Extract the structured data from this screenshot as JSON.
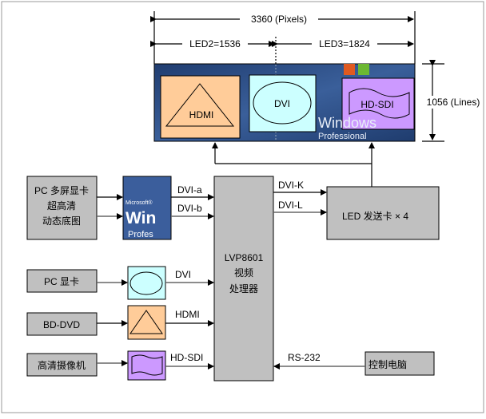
{
  "dimensions": {
    "total_width": "3360 (Pixels)",
    "led2": "LED2=1536",
    "led3": "LED3=1824",
    "height": "1056 (Lines)"
  },
  "screen": {
    "hdmi": "HDMI",
    "dvi": "DVI",
    "hdsdi": "HD-SDI",
    "bg_text": "Windows",
    "bg_sub": "Professional"
  },
  "sources": {
    "multi_card": [
      "PC 多屏显卡",
      "超高清",
      "动态底图"
    ],
    "win_thumb": [
      "Microsoft®",
      "Win",
      "Profes"
    ],
    "pc_card": "PC 显卡",
    "bd_dvd": "BD-DVD",
    "camera": "高清摄像机"
  },
  "signals": {
    "dvi_a": "DVI-a",
    "dvi_b": "DVI-b",
    "dvi": "DVI",
    "hdmi": "HDMI",
    "hdsdi": "HD-SDI",
    "dvi_k": "DVI-K",
    "dvi_l": "DVI-L",
    "rs232": "RS-232"
  },
  "processor": [
    "LVP8601",
    "视频",
    "处理器"
  ],
  "led_card": "LED  发送卡  × 4",
  "control_pc": "控制电脑",
  "colors": {
    "hdmi": "#ffcc99",
    "dvi": "#ccffff",
    "hdsdi": "#cc99ff",
    "box": "#c0c0c0",
    "screen": "#2d4f86"
  }
}
